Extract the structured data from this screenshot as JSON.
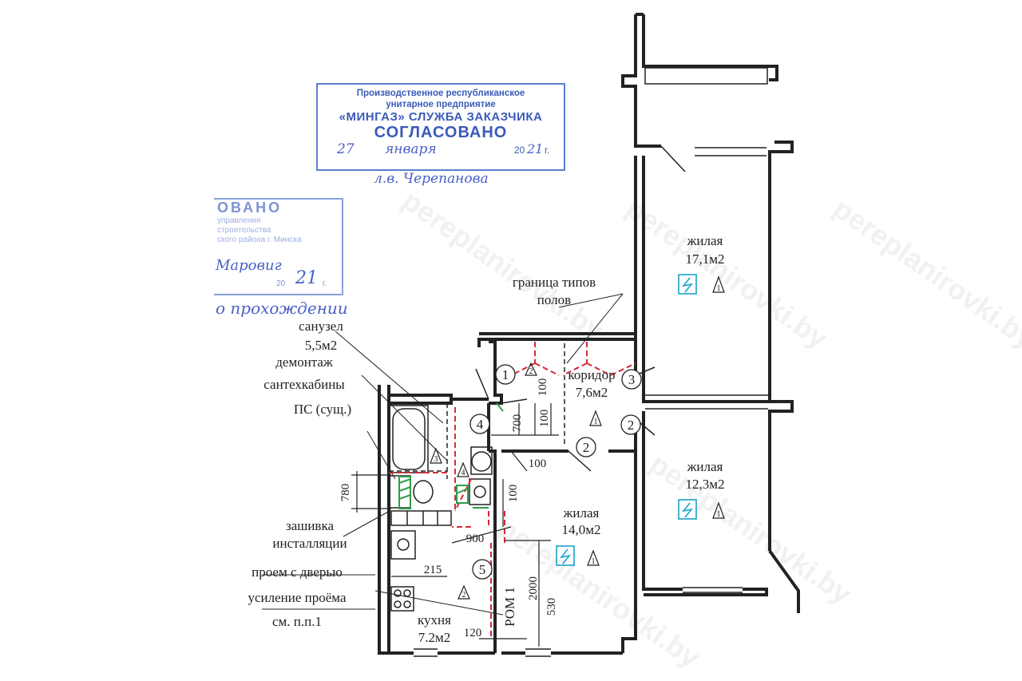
{
  "rooms": {
    "living_large": {
      "name": "жилая",
      "area": "17,1м2",
      "mark": "1"
    },
    "living_mid": {
      "name": "жилая",
      "area": "12,3м2",
      "mark": "1"
    },
    "living_small": {
      "name": "жилая",
      "area": "14,0м2",
      "mark": "1"
    },
    "corridor": {
      "name": "коридор",
      "area": "7,6м2",
      "mark": "1",
      "mark2": "2"
    },
    "kitchen": {
      "name": "кухня",
      "area": "7.2м2",
      "mark": "2"
    },
    "bathroom": {
      "name": "санузел",
      "area": "5,5м2",
      "mark": "3",
      "mark2": "4"
    }
  },
  "callouts": {
    "floor_boundary_1": "граница типов",
    "floor_boundary_2": "полов",
    "dismantle_1": "демонтаж",
    "dismantle_2": "сантехкабины",
    "shaft": "ПС (сущ.)",
    "sheathing_1": "зашивка",
    "sheathing_2": "инсталляции",
    "opening_door": "проем с дверью",
    "reinforce": "усиление проёма",
    "see_item": "см. п.п.1",
    "rom": "РОМ 1"
  },
  "markers": [
    "1",
    "2",
    "3",
    "4",
    "5",
    "2",
    "2"
  ],
  "dimensions": {
    "d100a": "100",
    "d100b": "100",
    "d700": "700",
    "d100c": "100",
    "d100d": "100",
    "d780": "780",
    "d900": "900",
    "d215": "215",
    "d2000": "2000",
    "d530": "530",
    "d120": "120"
  },
  "stamp_main": {
    "line1": "Производственное республиканское",
    "line2": "унитарное предприятие",
    "line3": "«МИНГАЗ» СЛУЖБА ЗАКАЗЧИКА",
    "line4": "СОГЛАСОВАНО",
    "day": "27",
    "month": "января",
    "year_prefix": "20",
    "year_suffix": "21",
    "year_unit": "г.",
    "signature": "л.в. Черепанова"
  },
  "stamp_second": {
    "title": "ОВАНО",
    "line1": "управления",
    "line2": "строительства",
    "line3": "ского района г. Минска",
    "sign": "Маровиг",
    "year_prefix": "20",
    "year_suffix": "21",
    "year_unit": "г.",
    "note": "о прохождении"
  },
  "watermark": "pereplanirovki.by",
  "colors": {
    "wall": "#222222",
    "stamp": "#3a5bb8",
    "red": "#d62a3a",
    "electric": "#1aa3c8",
    "green": "#2e9c4a"
  }
}
